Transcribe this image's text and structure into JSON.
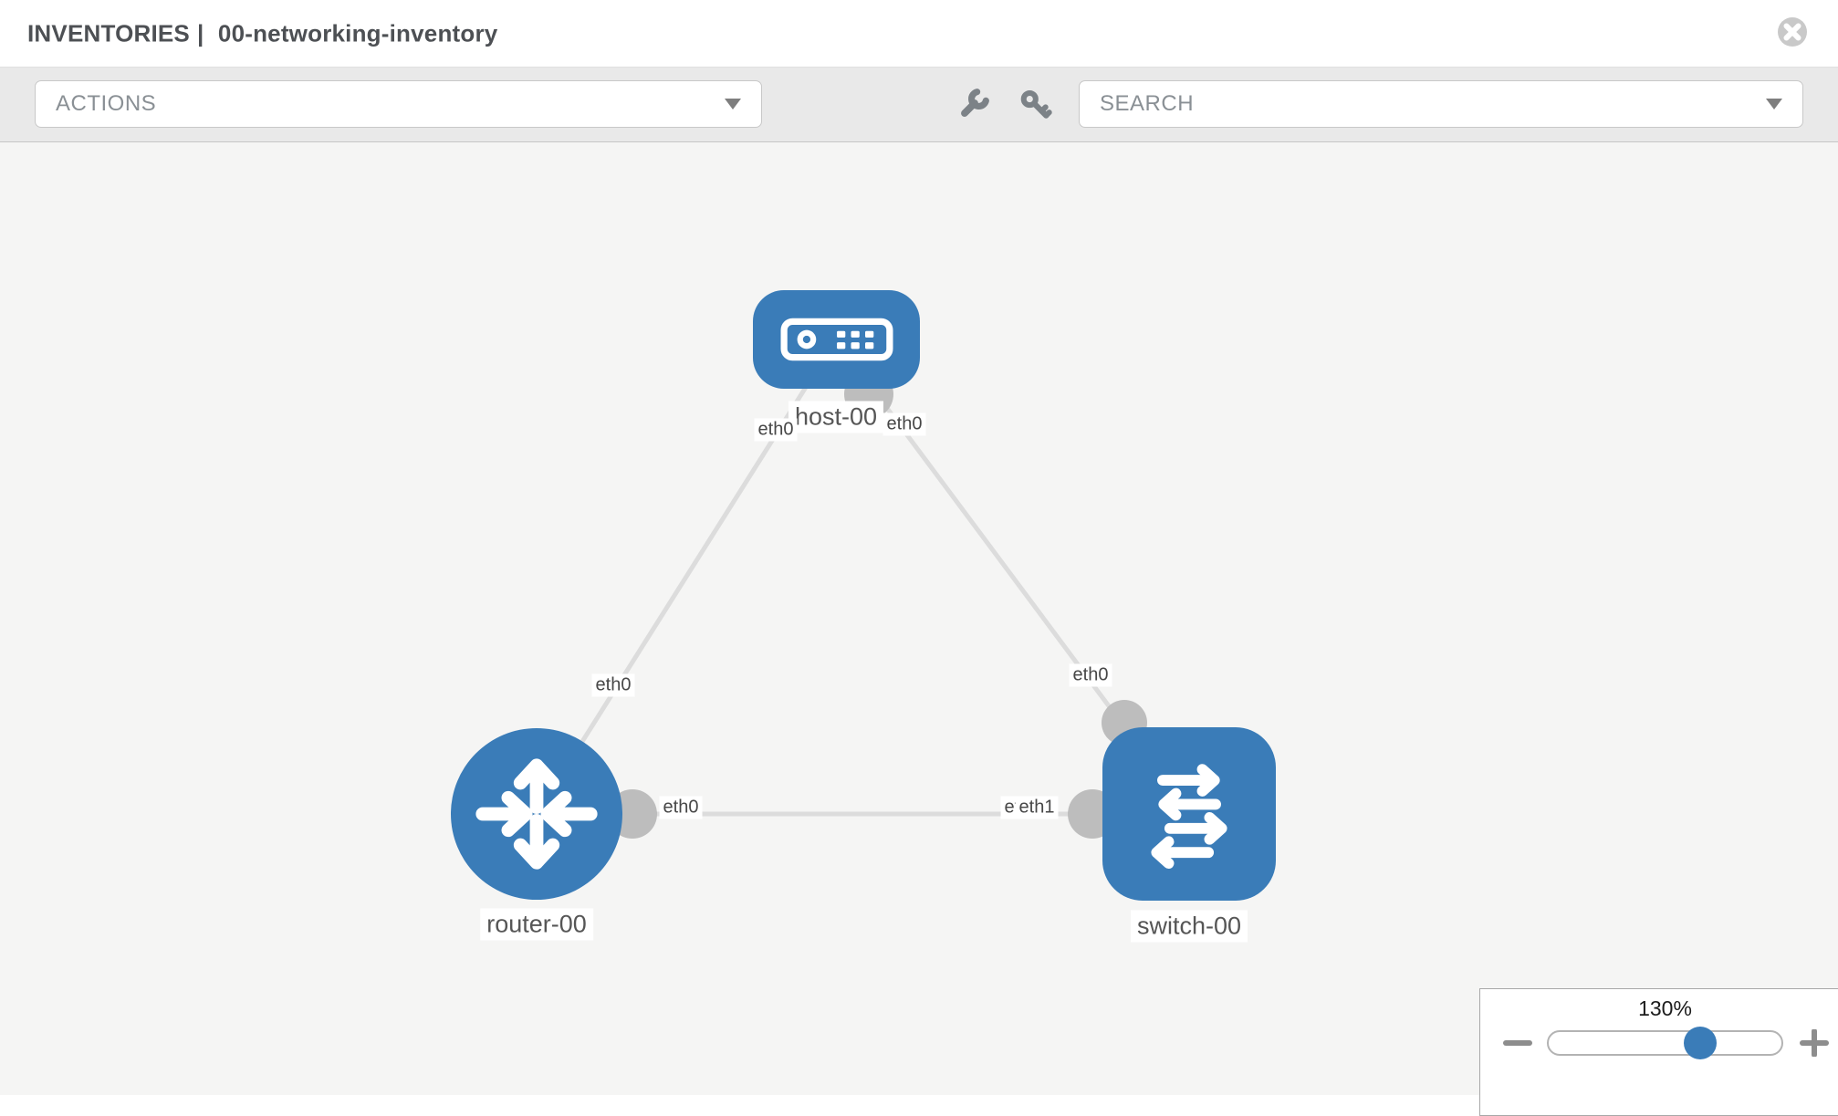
{
  "header": {
    "section": "INVENTORIES",
    "separator": "|",
    "inventory_name": "00-networking-inventory",
    "close_icon": "close-circle"
  },
  "toolbar": {
    "actions_label": "ACTIONS",
    "search_label": "SEARCH",
    "icons": [
      "wrench-icon",
      "key-icon"
    ]
  },
  "topology": {
    "nodes": [
      {
        "name": "host-00",
        "type": "host"
      },
      {
        "name": "router-00",
        "type": "router"
      },
      {
        "name": "switch-00",
        "type": "switch"
      }
    ],
    "links": [
      {
        "from": "host-00",
        "from_interface": "eth0",
        "to": "router-00",
        "to_interface": "eth0"
      },
      {
        "from": "host-00",
        "from_interface": "eth0",
        "to": "switch-00",
        "to_interface": "eth0"
      },
      {
        "from": "router-00",
        "from_interface": "eth0",
        "to": "switch-00",
        "to_interface": "eth1",
        "to_interface_shadow": "eth0"
      }
    ]
  },
  "zoom_control": {
    "value": "130%",
    "percent": 65,
    "minus_icon": "minus",
    "plus_icon": "plus"
  },
  "colors": {
    "node_blue": "#3a7cb8",
    "link_gray": "#dcdcdc",
    "port_gray": "#bdbdbd",
    "toolbar_gray": "#e9e9e9",
    "canvas_gray": "#f5f5f4"
  }
}
